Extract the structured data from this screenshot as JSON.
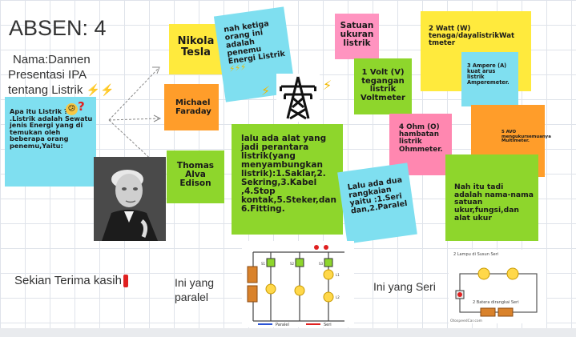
{
  "title": "ABSEN: 4",
  "intro": {
    "line1": "Nama:Dannen",
    "line2": "Presentasi IPA",
    "line3": "tentang Listrik"
  },
  "notes": {
    "apa_itu": "Apa itu Listrik ?\n.Listrik adalah Sewatu jenis Energi yang di temukan oleh beberapa orang penemu,Yaitu:",
    "nikola": "Nikola\nTesla",
    "michael": "Michael\nFaraday",
    "thomas": "Thomas\nAlva\nEdison",
    "ketiga": "nah ketiga\norang ini\nadalah\npenemu\nEnergi Listrik",
    "satuan": "Satuan\nukuran\nlistrik",
    "volt": "1 Volt (V)\ntegangan\nlistrik\nVoltmeter",
    "watt": "2 Watt (W)\ntenaga/dayalistrikWat\ntmeter",
    "ampere": "3 Ampere (A)\nkuat arus\nlistrik\nAmperemeter.",
    "ohm": "4 Ohm (O)\nhambatan\nlistrik\nOhmmeter.",
    "avo": "5 AVO\nmengukursemuanya\nMultimeter.",
    "alat": "lalu ada alat yang jadi perantara listrik(yang menyambungkan listrik):1.Saklar,2. Sekring,3.Kabel ,4.Stop kontak,5.Steker,dan 6.Fitting.",
    "rangkaian": "Lalu ada dua\nrangkaian\nyaitu :1.Seri\ndan,2.Paralel",
    "nah_itu": "Nah itu tadi adalah nama-nama satuan ukur,fungsi,dan alat ukur"
  },
  "bottom": {
    "terima_kasih": "Sekian Terima kasih",
    "ini_paralel": "Ini yang\nparalel",
    "ini_seri": "Ini yang Seri"
  },
  "diagrams": {
    "paralel_label": "Paralel",
    "seri_label": "Seri",
    "seri_top": "2 Lampu di Susun Seri",
    "seri_bottom": "2 Batera dirangkai Seri",
    "watermark": "OtospeedCar.com",
    "switch_labels": [
      "S1",
      "S2",
      "S3"
    ],
    "lamp_labels": [
      "L1",
      "L2"
    ]
  },
  "colors": {
    "yellow": "#ffea3d",
    "cyan": "#7fdff0",
    "orange": "#ff9d2a",
    "green": "#8ed62c",
    "pink": "#ff94c0",
    "ohm_pink": "#ff87b0"
  },
  "icons": [
    "lightning-bolt-icon",
    "thinking-face-icon",
    "question-mark-icon",
    "exclamation-icon",
    "transmission-tower-icon",
    "edison-portrait"
  ]
}
